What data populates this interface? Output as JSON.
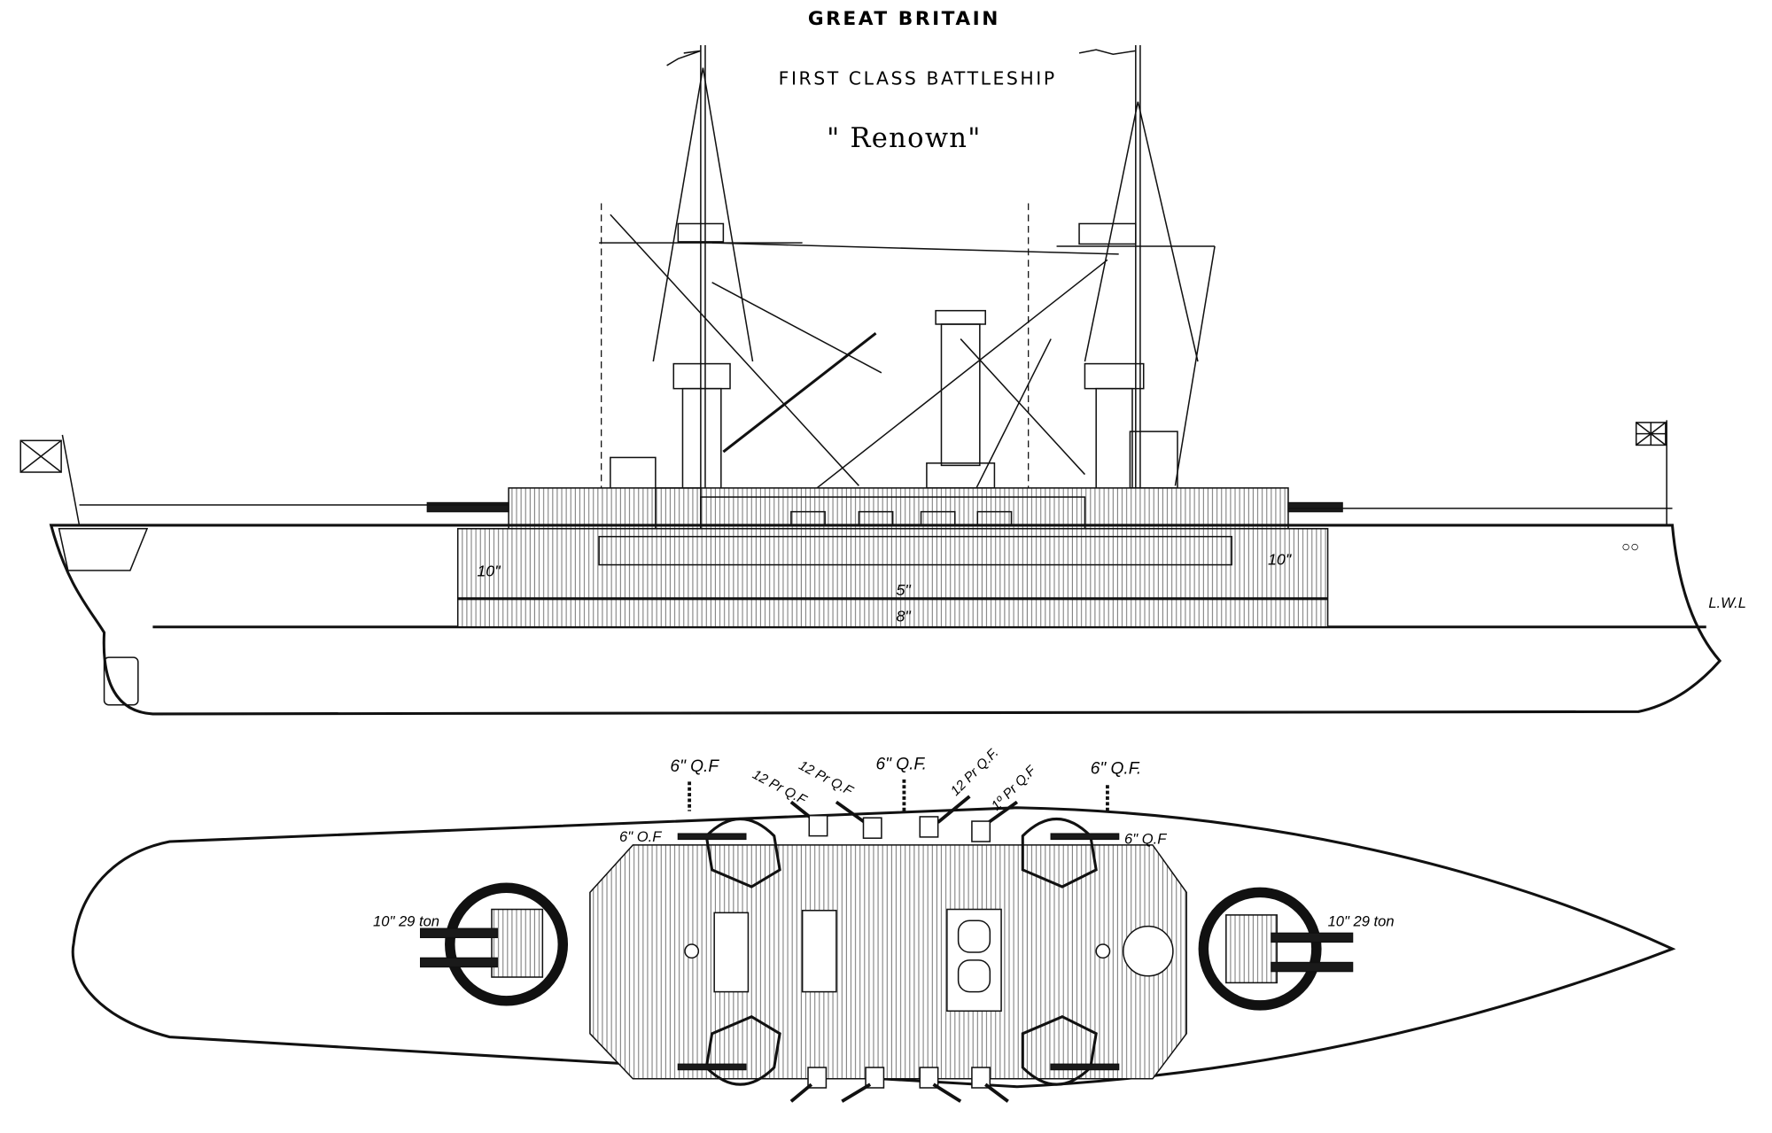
{
  "title": {
    "country": "GREAT BRITAIN",
    "class": "FIRST CLASS BATTLESHIP",
    "name": "\" Renown\""
  },
  "side_view": {
    "armor_labels": {
      "fore_belt": "10\"",
      "aft_belt": "10\"",
      "upper_belt": "5\"",
      "main_belt": "8\""
    },
    "waterline_label": "L.W.L"
  },
  "plan_view": {
    "gun_labels": {
      "qf6_port_fore": "6\" Q.F",
      "pr12_a": "12 Pr Q.F",
      "pr12_b": "12 Pr Q.F",
      "qf6_mid": "6\" Q.F.",
      "pr12_c": "12 Pr Q.F.",
      "pr12_d": "1º Pr Q.F",
      "qf6_port_aft": "6\" Q.F.",
      "qf6_casemate_fore": "6\" O.F",
      "qf6_casemate_aft": "6\" Q.F",
      "turret_fore": "10\" 29 ton",
      "turret_aft": "10\" 29 ton"
    }
  }
}
